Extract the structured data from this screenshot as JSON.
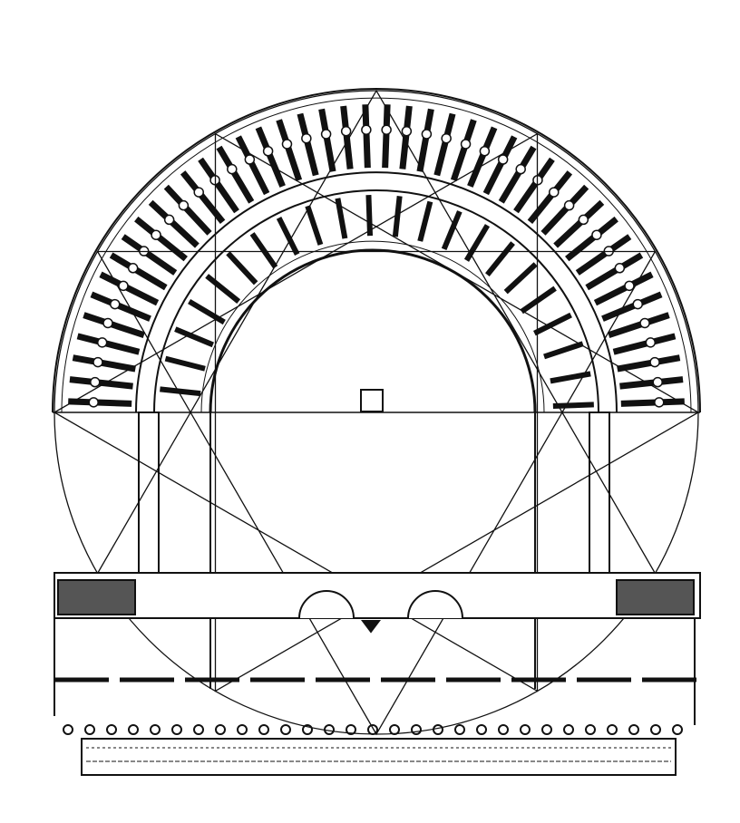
{
  "drawing": {
    "subject": "theatre-plan",
    "ink_color": "#111111",
    "paper_color": "#ffffff",
    "triangle_count": 4,
    "radial_wall_count": 44
  }
}
